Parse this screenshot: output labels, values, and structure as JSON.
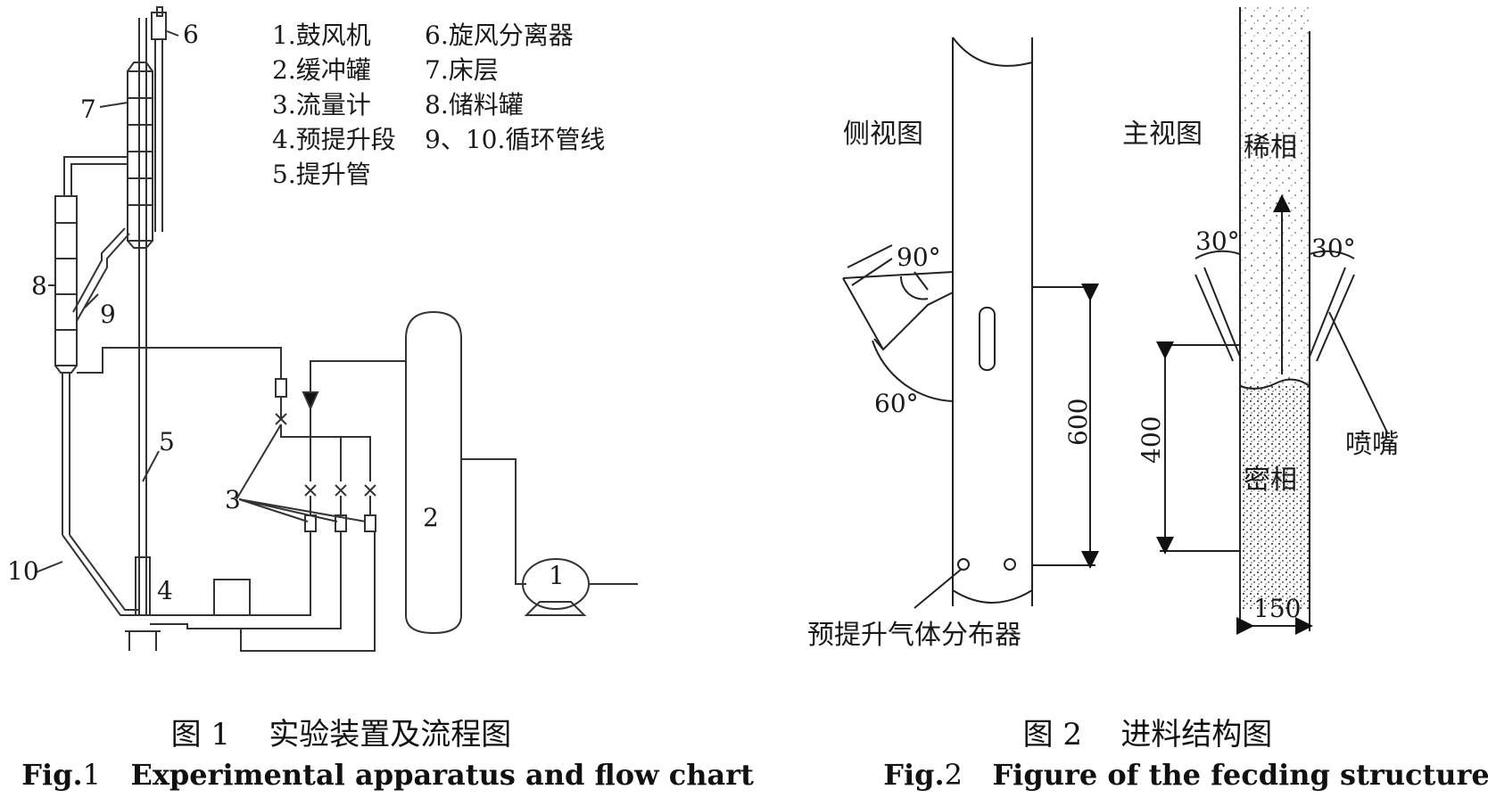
{
  "fig1": {
    "legend": [
      "1.鼓风机",
      "2.缓冲罐",
      "3.流量计",
      "4.预提升段",
      "5.提升管",
      "6.旋风分离器",
      "7.床层",
      "8.储料罐",
      "9、10.循环管线"
    ],
    "callouts": {
      "n1": "1",
      "n2": "2",
      "n3": "3",
      "n4": "4",
      "n5": "5",
      "n6": "6",
      "n7": "7",
      "n8": "8",
      "n9": "9",
      "n10": "10"
    },
    "caption_cn_label": "图 1",
    "caption_cn_title": "实验装置及流程图",
    "caption_en_label": "Fig.",
    "caption_en_num": "1",
    "caption_en_title": "Experimental apparatus and flow chart"
  },
  "fig2": {
    "side_view": "侧视图",
    "front_view": "主视图",
    "dilute_phase": "稀相",
    "dense_phase": "密相",
    "nozzle": "喷嘴",
    "angle_90": "90°",
    "angle_60": "60°",
    "angle_30_left": "30°",
    "angle_30_right": "30°",
    "dim_600": "600",
    "dim_400": "400",
    "dim_150": "150",
    "distributor": "预提升气体分布器",
    "caption_cn_label": "图 2",
    "caption_cn_title": "进料结构图",
    "caption_en_label": "Fig.",
    "caption_en_num": "2",
    "caption_en_title": "Figure of the fecding structure"
  }
}
